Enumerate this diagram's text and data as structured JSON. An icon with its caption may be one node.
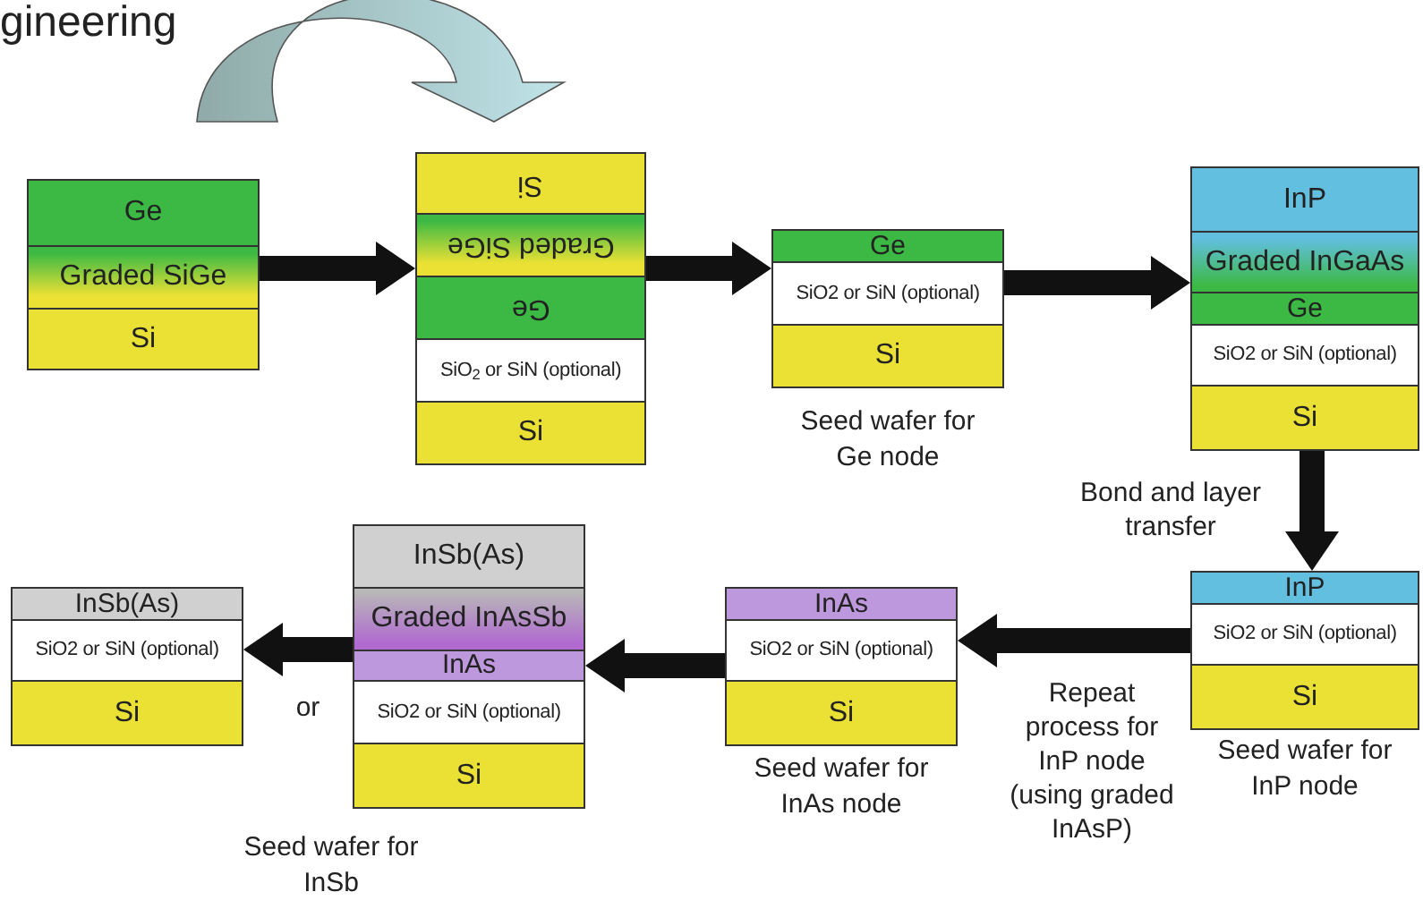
{
  "diagram": {
    "nodes": [
      {
        "text": [],
        "shape": "box"
      },
      {
        "text": [
          "Ge"
        ],
        "in": 0
      },
      {
        "text": [
          "Graded SiGe"
        ],
        "in": 0
      },
      {
        "text": [
          "Si"
        ],
        "in": 0
      },
      {
        "text": [],
        "shape": "box"
      },
      {
        "text": [
          "Si"
        ],
        "in": 4
      },
      {
        "text": [
          "Graded SiGe"
        ],
        "in": 4
      },
      {
        "text": [
          "Ge"
        ],
        "in": 4
      },
      {
        "text": [
          "SiO$_{2}$ or SiN (optional)"
        ],
        "in": 4
      },
      {
        "text": [
          "Si"
        ],
        "in": 4
      },
      {
        "text": [],
        "shape": "box",
        "beside": [
          "Seed wafer for Ge node"
        ]
      },
      {
        "text": [
          "Ge"
        ],
        "in": 10
      },
      {
        "text": [
          "SiO2 or SiN (optional)"
        ],
        "in": 10
      },
      {
        "text": [
          "Si"
        ],
        "in": 10
      },
      {
        "text": [],
        "shape": "box"
      },
      {
        "text": [
          "InP"
        ],
        "in": 14
      },
      {
        "text": [
          "Graded InGaAs"
        ],
        "in": 14
      },
      {
        "text": [
          "Ge"
        ],
        "in": 14
      },
      {
        "text": [
          "SiO2 or SiN (optional)"
        ],
        "in": 14
      },
      {
        "text": [
          "Si"
        ],
        "in": 14
      },
      {
        "text": [],
        "shape": "box",
        "beside": [
          "Seed wafer for InP node"
        ]
      },
      {
        "text": [
          "InP"
        ],
        "in": 20
      },
      {
        "text": [
          "SiO2 or SiN (optional)"
        ],
        "in": 20
      },
      {
        "text": [
          "Si"
        ],
        "in": 20
      },
      {
        "text": [],
        "shape": "box",
        "beside": [
          "Seed wafer for InAs node"
        ]
      },
      {
        "text": [
          "InAs"
        ],
        "in": 24
      },
      {
        "text": [
          "SiO2 or SiN (optional)"
        ],
        "in": 24
      },
      {
        "text": [
          "Si"
        ],
        "in": 24
      },
      {
        "text": [],
        "shape": "box",
        "beside": [
          "Seed wafer for InSb"
        ]
      },
      {
        "text": [
          "InSb(As)"
        ],
        "in": 28
      },
      {
        "text": [
          "Graded InAsSb"
        ],
        "in": 28
      },
      {
        "text": [
          "InAs"
        ],
        "in": 28
      },
      {
        "text": [
          "SiO2 or SiN (optional)"
        ],
        "in": 28
      },
      {
        "text": [
          "Si"
        ],
        "in": 28
      },
      {
        "text": [],
        "shape": "box"
      },
      {
        "text": [
          "InSb(As)"
        ],
        "in": 34
      },
      {
        "text": [
          "SiO2 or SiN (optional)"
        ],
        "in": 34
      },
      {
        "text": [
          "Si"
        ],
        "in": 34
      }
    ],
    "edges": [
      {
        "from": 0,
        "to": 4,
        "arrow": "to"
      },
      {
        "from": 4,
        "to": 10,
        "arrow": "to"
      },
      {
        "from": 10,
        "to": 14,
        "arrow": "to"
      },
      {
        "from": 14,
        "to": 20,
        "arrow": "to",
        "label": "Bond and layer transfer"
      },
      {
        "from": 20,
        "to": 24,
        "arrow": "to",
        "label": "Repeat process for InP node (using graded InAsP)"
      },
      {
        "from": 24,
        "to": 28,
        "arrow": "to"
      },
      {
        "from": 28,
        "to": 34,
        "arrow": "to",
        "label": "or"
      }
    ],
    "labels": [
      "gineering"
    ]
  }
}
